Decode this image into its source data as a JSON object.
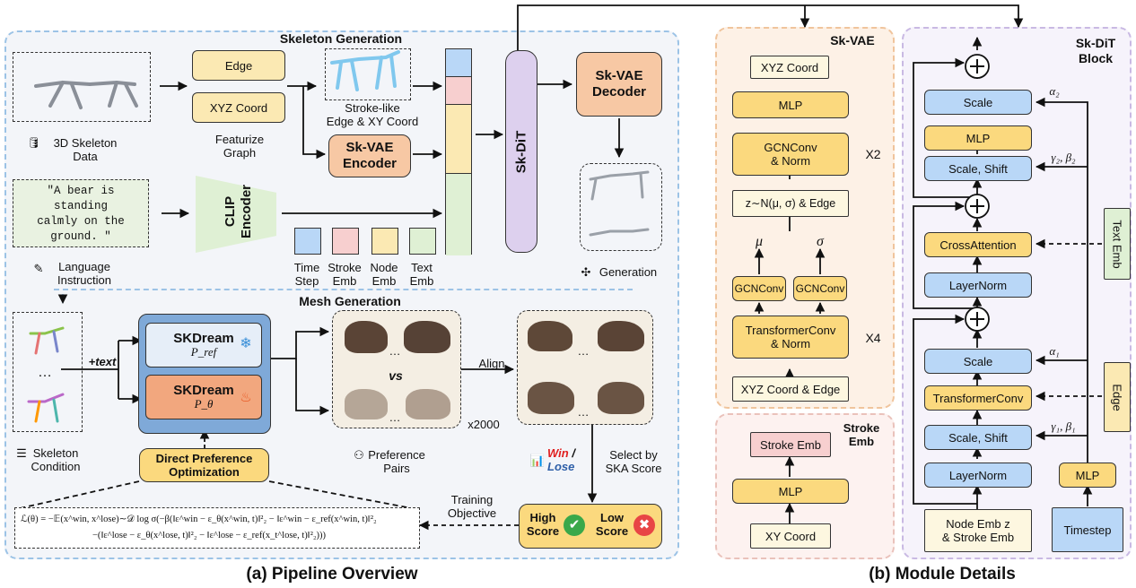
{
  "pipeline": {
    "section_title": "Skeleton Generation",
    "mesh_title": "Mesh Generation",
    "caption": "(a) Pipeline Overview",
    "skeleton_data_label": "3D Skeleton\nData",
    "featurize_label": "Featurize\nGraph",
    "edge_label": "Edge",
    "xyz_label": "XYZ Coord",
    "stroke_label": "Stroke-like\nEdge & XY Coord",
    "encoder_label": "Sk-VAE\nEncoder",
    "decoder_label": "Sk-VAE\nDecoder",
    "dit_label": "Sk-DiT",
    "clip_label": "CLIP\nEncoder",
    "instruction_text": "\"A bear is\nstanding\ncalmly on the\nground. \"",
    "language_label": "Language\nInstruction",
    "legend": [
      "Time\nStep",
      "Stroke\nEmb",
      "Node\nEmb",
      "Text\nEmb"
    ],
    "legend_colors": [
      "#b9d7f7",
      "#f7cfcf",
      "#fbe9b3",
      "#dff0d4"
    ],
    "generation_label": "Generation",
    "skeleton_condition_label": "Skeleton\nCondition",
    "plus_text": "+text",
    "skdream_ref_title": "SKDream",
    "skdream_ref_sub": "P_ref",
    "skdream_theta_title": "SKDream",
    "skdream_theta_sub": "P_θ",
    "dpo_label": "Direct Preference\nOptimization",
    "vs_label": "vs",
    "ellipsis": "…",
    "x2000": "x2000",
    "preference_label": "Preference\nPairs",
    "align_label": "Align",
    "win_label": "Win",
    "lose_label": "Lose",
    "slash": " /",
    "select_label": "Select by\nSKA Score",
    "training_label": "Training\nObjective",
    "high_score": "High\nScore",
    "low_score": "Low\nScore",
    "formula_line1": "ℒ(θ) = −𝔼(x^win, x^lose)∼𝒟 log σ(−β(‖ε^win − ε_θ(x^win, t)‖²₂ − ‖ε^win − ε_ref(x^win, t)‖²₂",
    "formula_line2": "−(‖ε^lose − ε_θ(x^lose, t)‖²₂ − ‖ε^lose − ε_ref(x_t^lose, t)‖²₂)))"
  },
  "module": {
    "caption": "(b) Module Details",
    "vae_title": "Sk-VAE",
    "vae_xyz_out": "XYZ Coord",
    "vae_mlp": "MLP",
    "vae_gcn_norm": "GCNConv\n& Norm",
    "vae_x2": "X2",
    "vae_latent": "z∼N(μ, σ) & Edge",
    "vae_mu": "μ",
    "vae_sigma": "σ",
    "vae_gcn1": "GCNConv",
    "vae_gcn2": "GCNConv",
    "vae_transformer": "TransformerConv\n& Norm",
    "vae_x4": "X4",
    "vae_input": "XYZ Coord & Edge",
    "stroke_title": "Stroke\nEmb",
    "stroke_out": "Stroke Emb",
    "stroke_mlp": "MLP",
    "stroke_in": "XY Coord",
    "dit_title": "Sk-DiT\nBlock",
    "dit_scale_top": "Scale",
    "dit_mlp": "MLP",
    "dit_scale_shift_top": "Scale, Shift",
    "dit_cross": "CrossAttention",
    "dit_layernorm_mid": "LayerNorm",
    "dit_scale_mid": "Scale",
    "dit_transformer": "TransformerConv",
    "dit_scale_shift_bot": "Scale, Shift",
    "dit_layernorm_bot": "LayerNorm",
    "dit_mlp_time": "MLP",
    "dit_input": "Node Emb z\n& Stroke Emb",
    "dit_timestep": "Timestep",
    "text_emb": "Text Emb",
    "edge_side": "Edge",
    "alpha2": "α₂",
    "gamma2": "γ₂, β₂",
    "alpha1": "α₁",
    "gamma1": "γ₁, β₁"
  },
  "colors": {
    "pipeline_bg": "#f3f5f9",
    "pipeline_border": "#9cc3e6",
    "vae_bg": "#fdf1e6",
    "vae_border": "#f0c49c",
    "stroke_bg": "#fdf2f0",
    "stroke_border": "#eac2bb",
    "dit_bg": "#f6f3fb",
    "dit_border": "#c9b9e3",
    "orange": "#f7c8a4",
    "purple": "#ddd0ee",
    "win": "#e02020",
    "lose": "#2e5fa8"
  }
}
